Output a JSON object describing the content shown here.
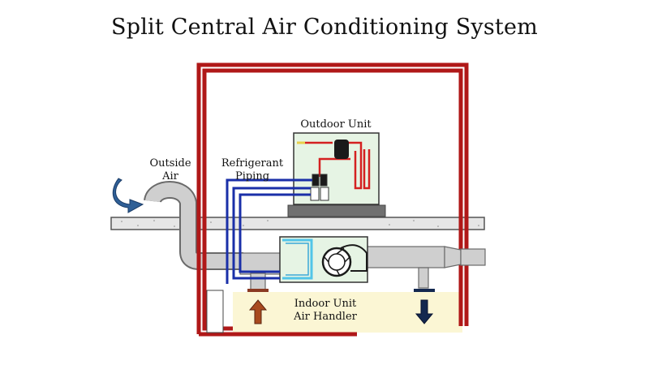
{
  "title": "Split Central Air Conditioning System",
  "labels": {
    "outdoor_unit": "Outdoor Unit",
    "outside_air_line1": "Outside",
    "outside_air_line2": "Air",
    "refrigerant_line1": "Refrigerant",
    "refrigerant_line2": "Piping",
    "indoor_line1": "Indoor Unit",
    "indoor_line2": "Air Handler"
  },
  "colors": {
    "house_wall": "#b01818",
    "refrigerant_pipe": "#1a2fa8",
    "duct": "#c8c8c8",
    "ground": "#e6e6e6",
    "outdoor_box": "#e6f4e4",
    "indoor_box": "#e6f4e4",
    "basement": "#fbf6d4",
    "return_arrow": "#a84a1e",
    "supply_arrow": "#13284f",
    "outside_air_arrow": "#2f5f96"
  }
}
